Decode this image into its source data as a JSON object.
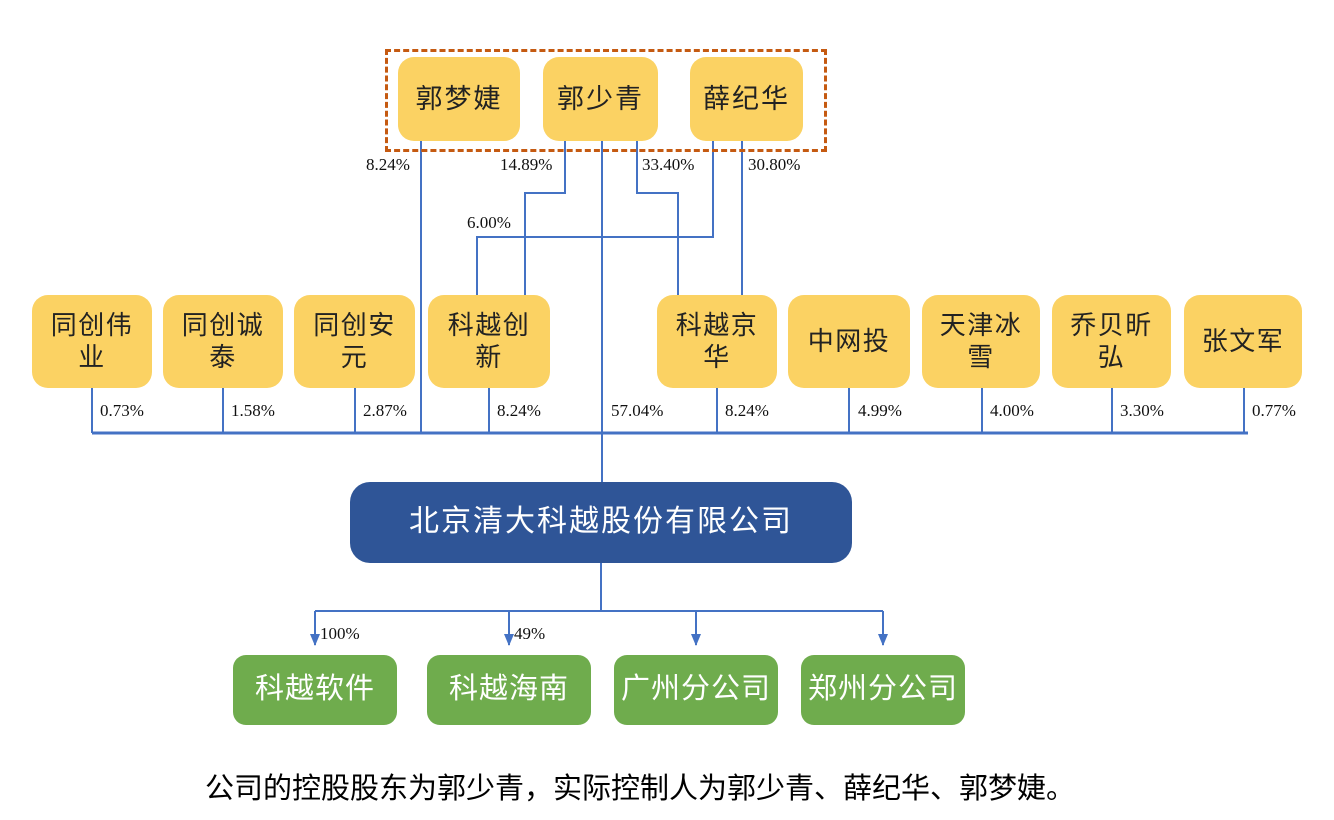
{
  "controllers": [
    {
      "label": "郭梦婕"
    },
    {
      "label": "郭少青"
    },
    {
      "label": "薛纪华"
    }
  ],
  "ownership_links": {
    "guo_mengjie_to_company": "8.24%",
    "guo_shaoqing_to_keyue_chuangxin": "14.89%",
    "guo_shaoqing_to_company": "57.04%",
    "guo_shaoqing_to_keyue_jinghua": "33.40%",
    "xue_jihua_to_keyue_chuangxin": "6.00%",
    "xue_jihua_to_keyue_jinghua": "30.80%"
  },
  "shareholders": [
    {
      "label": "同创伟业",
      "percent": "0.73%"
    },
    {
      "label": "同创诚泰",
      "percent": "1.58%"
    },
    {
      "label": "同创安元",
      "percent": "2.87%"
    },
    {
      "label": "科越创新",
      "percent": "8.24%"
    },
    {
      "label": "科越京华",
      "percent": "8.24%"
    },
    {
      "label": "中网投",
      "percent": "4.99%"
    },
    {
      "label": "天津冰雪",
      "percent": "4.00%"
    },
    {
      "label": "乔贝昕弘",
      "percent": "3.30%"
    },
    {
      "label": "张文军",
      "percent": "0.77%"
    }
  ],
  "company": {
    "name": "北京清大科越股份有限公司"
  },
  "subsidiaries": [
    {
      "label": "科越软件",
      "percent": "100%"
    },
    {
      "label": "科越海南",
      "percent": "49%"
    },
    {
      "label": "广州分公司",
      "percent": ""
    },
    {
      "label": "郑州分公司",
      "percent": ""
    }
  ],
  "caption": "公司的控股股东为郭少青，实际控制人为郭少青、薛纪华、郭梦婕。",
  "colors": {
    "owner_box": "#FBD263",
    "company_box": "#2F5597",
    "subsidiary_box": "#6FAC4D",
    "connector_line": "#4472C4",
    "controller_group_border": "#C55A11"
  }
}
